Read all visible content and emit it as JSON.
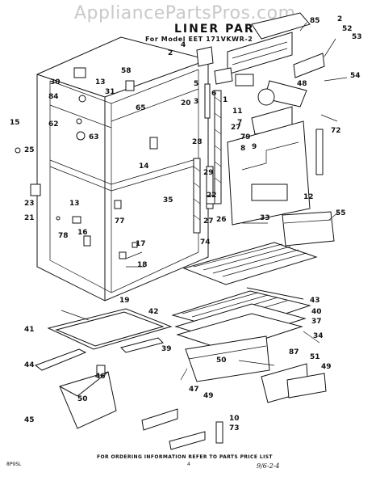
{
  "watermark": "AppliancePartsPros.com",
  "title": "LINER PARTS",
  "model_line": "For Model EET 171VKWR-2",
  "footer_note": "FOR ORDERING INFORMATION REFER TO PARTS PRICE LIST",
  "catalog_code": "8P9SL",
  "page_number": "4",
  "handwritten": "9/6-2-4",
  "part_labels": [
    "2",
    "52",
    "53",
    "4",
    "85",
    "2",
    "58",
    "54",
    "5",
    "48",
    "30",
    "6",
    "13",
    "84",
    "62",
    "63",
    "31",
    "3",
    "20",
    "65",
    "1",
    "11",
    "7",
    "15",
    "25",
    "23",
    "21",
    "13",
    "16",
    "78",
    "77",
    "14",
    "28",
    "29",
    "35",
    "22",
    "27",
    "27",
    "79",
    "8",
    "9",
    "72",
    "12",
    "26",
    "33",
    "55",
    "74",
    "17",
    "18",
    "19",
    "43",
    "40",
    "37",
    "34",
    "42",
    "41",
    "39",
    "44",
    "46",
    "50",
    "87",
    "51",
    "49",
    "47",
    "49",
    "10",
    "73",
    "45",
    "50"
  ]
}
